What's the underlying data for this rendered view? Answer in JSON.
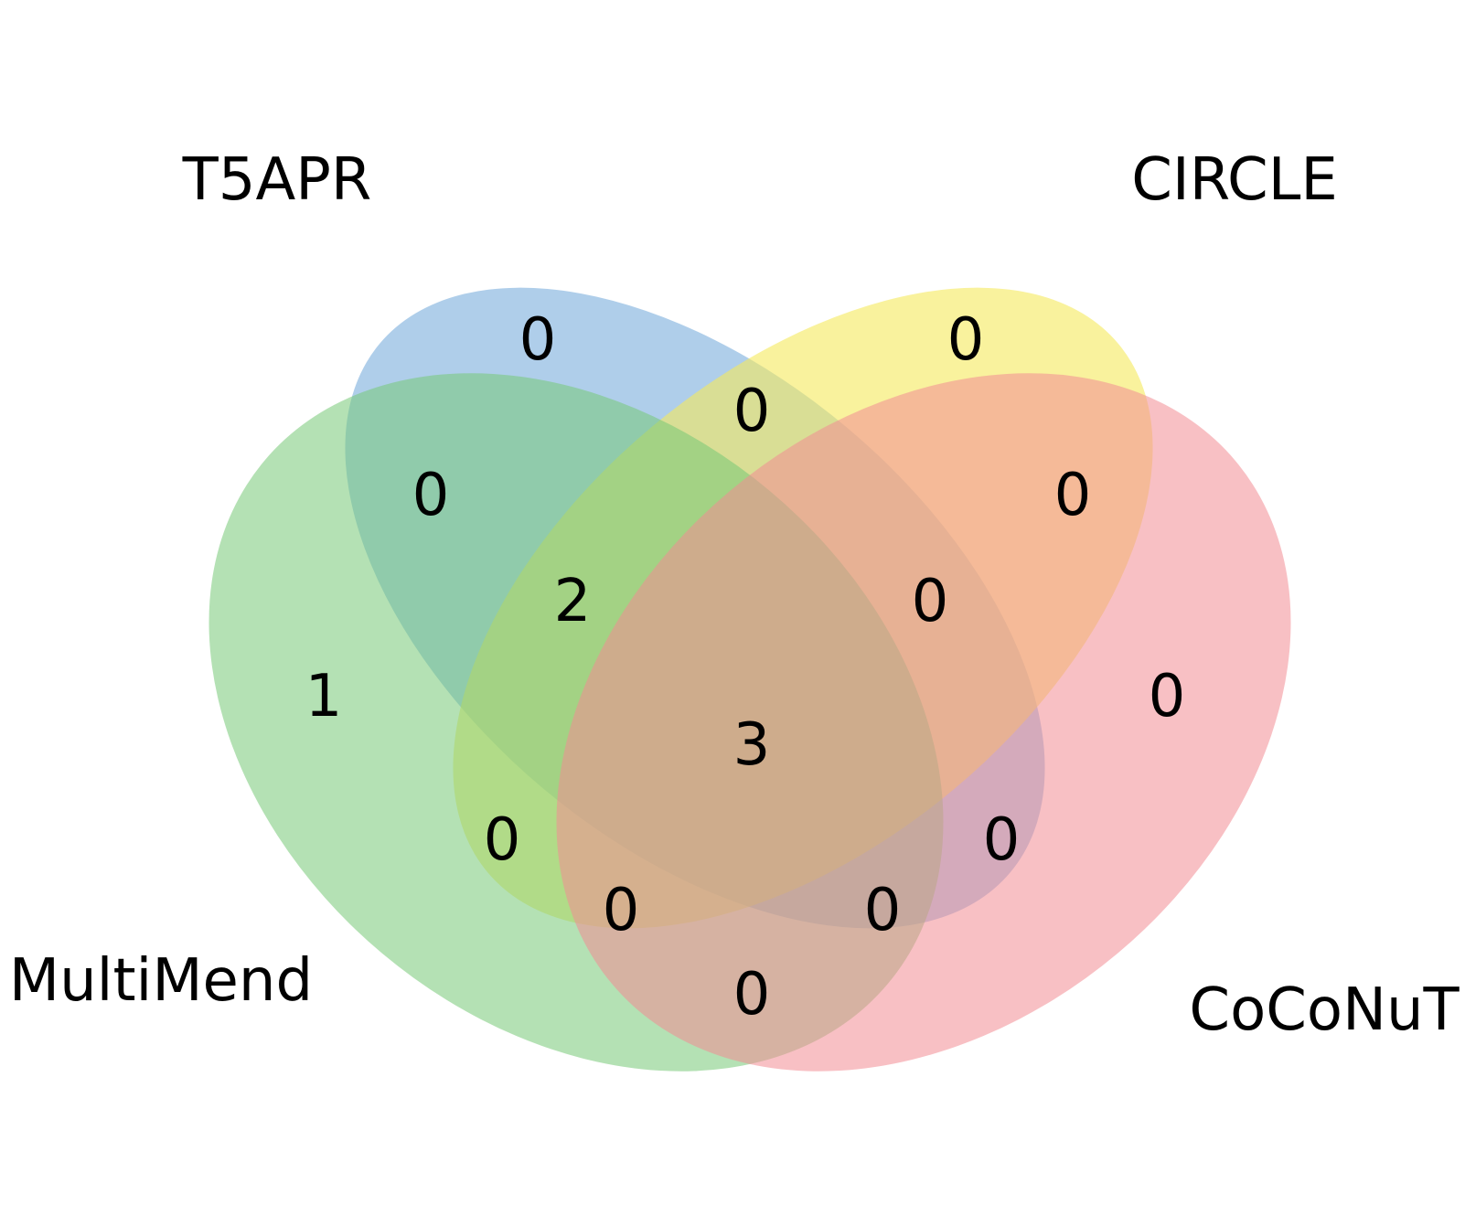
{
  "sets": [
    {
      "key": "A",
      "label": "T5APR",
      "color": "#6ea6d8"
    },
    {
      "key": "B",
      "label": "CIRCLE",
      "color": "#f5ea5c"
    },
    {
      "key": "C",
      "label": "MultiMend",
      "color": "#77c877"
    },
    {
      "key": "D",
      "label": "CoCoNuT",
      "color": "#f28c93"
    }
  ],
  "regions": {
    "A_only": "0",
    "B_only": "0",
    "A_B": "0",
    "A_C": "0",
    "B_D": "0",
    "A_B_C": "2",
    "A_B_D": "0",
    "C_only": "1",
    "D_only": "0",
    "A_B_C_D": "3",
    "B_C": "0",
    "A_D": "0",
    "B_C_D": "0",
    "A_C_D": "0",
    "C_D": "0"
  }
}
